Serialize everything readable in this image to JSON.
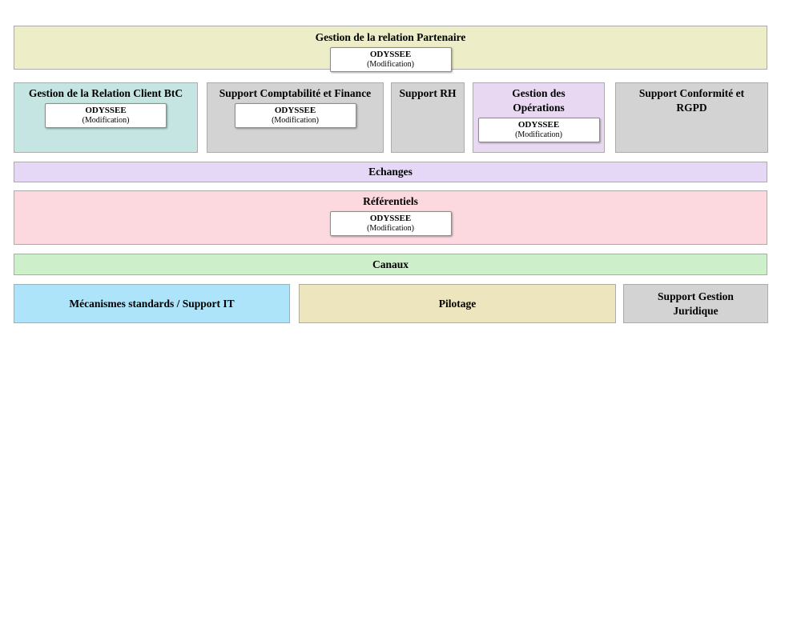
{
  "palette": {
    "banner_khaki": "#EDEDC7",
    "client_teal": "#C4E5E1",
    "support_gray": "#D3D3D3",
    "operations_purple": "#E8D8F2",
    "echanges_lavender": "#E4D8F6",
    "referentiels_pink": "#FCD8DF",
    "canaux_green": "#CDEFC9",
    "support_it_blue": "#ADE4F9",
    "pilotage_wheat": "#EDE5BD",
    "block_border": "#ABABAB",
    "tag_border": "#8C8C8C",
    "text": "#000000"
  },
  "tag": {
    "name": "ODYSSEE",
    "detail": "(Modification)"
  },
  "blocks": {
    "partenaire": {
      "title": "Gestion de la relation Partenaire",
      "has_tag": true,
      "color": "#EDEDC7"
    },
    "client_btc": {
      "title": "Gestion de la Relation Client BtC",
      "has_tag": true,
      "color": "#C4E5E1"
    },
    "comptabilite": {
      "title": "Support Comptabilité et Finance",
      "has_tag": true,
      "color": "#D3D3D3"
    },
    "rh": {
      "title": "Support RH",
      "has_tag": false,
      "color": "#D3D3D3"
    },
    "operations": {
      "title": "Gestion des Opérations",
      "has_tag": true,
      "color": "#E8D8F2"
    },
    "conformite": {
      "title": "Support Conformité et RGPD",
      "has_tag": false,
      "color": "#D3D3D3"
    },
    "echanges": {
      "title": "Echanges",
      "has_tag": false,
      "color": "#E4D8F6"
    },
    "referentiels": {
      "title": "Référentiels",
      "has_tag": true,
      "color": "#FCD8DF"
    },
    "canaux": {
      "title": "Canaux",
      "has_tag": false,
      "color": "#CDEFC9"
    },
    "support_it": {
      "title": "Mécanismes standards / Support IT",
      "has_tag": false,
      "color": "#ADE4F9"
    },
    "pilotage": {
      "title": "Pilotage",
      "has_tag": false,
      "color": "#EDE5BD"
    },
    "juridique": {
      "title": "Support Gestion Juridique",
      "has_tag": false,
      "color": "#D3D3D3"
    }
  }
}
